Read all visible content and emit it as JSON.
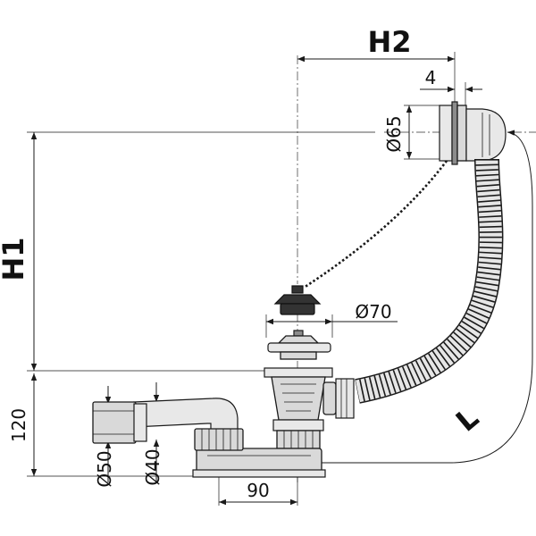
{
  "labels": {
    "h2": "H2",
    "h1": "H1",
    "l": "L",
    "dim_4": "4",
    "dim_d65": "Ø65",
    "dim_d70": "Ø70",
    "dim_120": "120",
    "dim_d50": "Ø50",
    "dim_d40": "Ø40",
    "dim_90": "90"
  }
}
